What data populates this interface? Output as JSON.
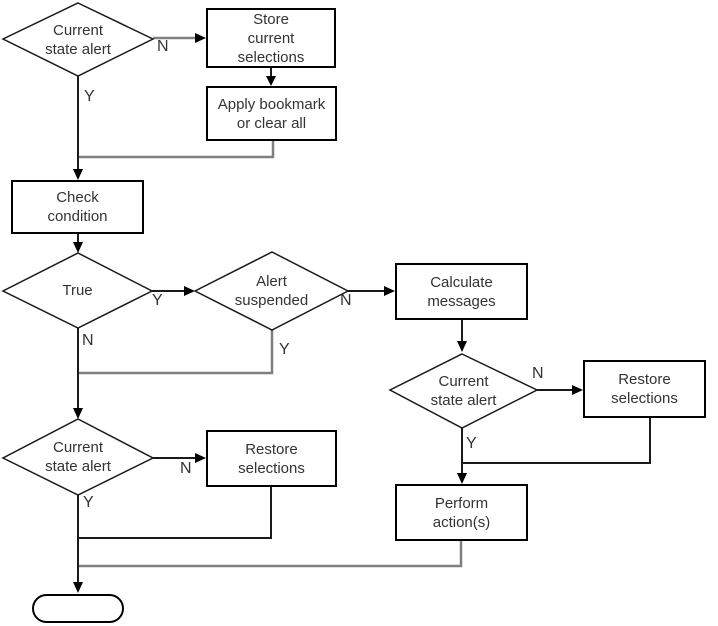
{
  "diagram": {
    "type": "flowchart",
    "colors": {
      "background": "#ffffff",
      "shape_border": "#000000",
      "connector_line": "#1a1a1a",
      "merge_line": "#808080",
      "arrowhead": "#000000",
      "text": "#333333"
    },
    "nodes": [
      {
        "id": "decision-current-state-alert-top",
        "type": "decision",
        "label": "Current\nstate alert"
      },
      {
        "id": "process-store-current-selections",
        "type": "process",
        "label": "Store\ncurrent\nselections"
      },
      {
        "id": "process-apply-bookmark-or-clear-all",
        "type": "process",
        "label": "Apply bookmark\nor clear all"
      },
      {
        "id": "process-check-condition",
        "type": "process",
        "label": "Check\ncondition"
      },
      {
        "id": "decision-true",
        "type": "decision",
        "label": "True"
      },
      {
        "id": "decision-alert-suspended",
        "type": "decision",
        "label": "Alert\nsuspended"
      },
      {
        "id": "process-calculate-messages",
        "type": "process",
        "label": "Calculate\nmessages"
      },
      {
        "id": "decision-current-state-alert-right",
        "type": "decision",
        "label": "Current\nstate alert"
      },
      {
        "id": "process-restore-selections-right",
        "type": "process",
        "label": "Restore\nselections"
      },
      {
        "id": "decision-current-state-alert-bottom",
        "type": "decision",
        "label": "Current\nstate alert"
      },
      {
        "id": "process-restore-selections-left",
        "type": "process",
        "label": "Restore\nselections"
      },
      {
        "id": "process-perform-actions",
        "type": "process",
        "label": "Perform\naction(s)"
      },
      {
        "id": "terminator-end",
        "type": "terminator",
        "label": ""
      }
    ],
    "edge_labels": [
      {
        "id": "top-decision-no",
        "text": "N"
      },
      {
        "id": "top-decision-yes",
        "text": "Y"
      },
      {
        "id": "true-decision-yes",
        "text": "Y"
      },
      {
        "id": "true-decision-no",
        "text": "N"
      },
      {
        "id": "alert-suspended-no",
        "text": "N"
      },
      {
        "id": "alert-suspended-yes",
        "text": "Y"
      },
      {
        "id": "right-decision-no",
        "text": "N"
      },
      {
        "id": "right-decision-yes",
        "text": "Y"
      },
      {
        "id": "bottom-decision-no",
        "text": "N"
      },
      {
        "id": "bottom-decision-yes",
        "text": "Y"
      }
    ]
  }
}
